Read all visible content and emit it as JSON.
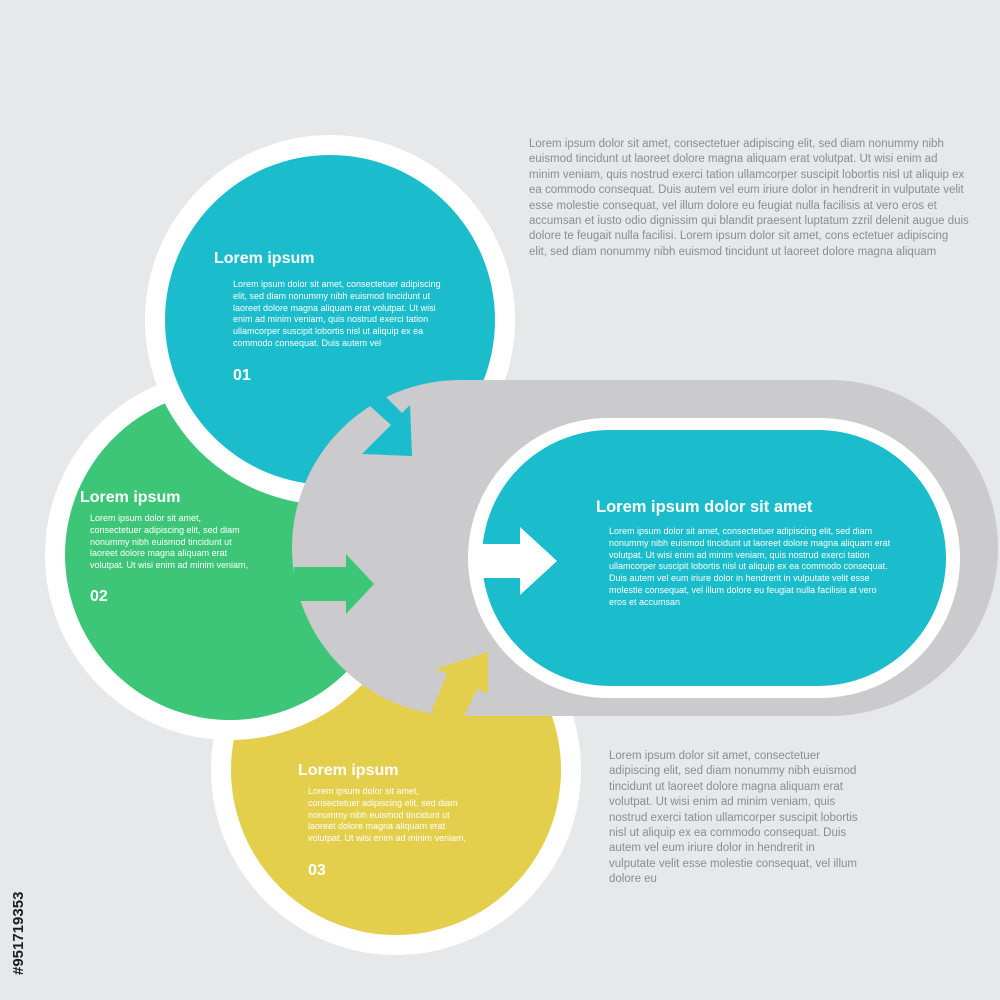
{
  "theme": {
    "background": "#e7e8e9",
    "blue": "#1bbccb",
    "green": "#3dc677",
    "yellow": "#e4cf4c",
    "gray_band": "#cbcacc",
    "white": "#ffffff",
    "text_gray": "#8a8d90"
  },
  "side_text_top": "Lorem ipsum dolor sit amet, consectetuer adipiscing elit, sed diam nonummy nibh euismod tincidunt ut laoreet dolore magna aliquam erat volutpat. Ut wisi enim ad minim veniam, quis nostrud exerci tation ullamcorper suscipit lobortis nisl ut aliquip ex ea commodo consequat. Duis autem vel eum iriure dolor in hendrerit in vulputate velit esse molestie consequat, vel illum dolore eu feugiat nulla facilisis at vero eros et accumsan et iusto odio dignissim qui blandit praesent luptatum zzril delenit augue duis dolore te feugait nulla facilisi. Lorem ipsum dolor sit amet, cons ectetuer adipiscing elit, sed diam nonummy nibh euismod tincidunt ut laoreet dolore magna aliquam",
  "side_text_bottom": "Lorem ipsum dolor sit amet, consectetuer adipiscing elit, sed diam nonummy nibh euismod tincidunt ut laoreet dolore magna aliquam erat volutpat. Ut wisi enim ad minim veniam, quis nostrud exerci tation ullamcorper suscipit lobortis nisl ut aliquip ex ea commodo consequat. Duis autem vel eum iriure dolor in hendrerit in vulputate velit esse molestie consequat, vel illum dolore eu",
  "circles": [
    {
      "title": "Lorem ipsum",
      "text": "Lorem ipsum dolor sit amet, consectetuer adipiscing elit, sed diam nonummy nibh euismod tincidunt ut laoreet dolore magna aliquam erat volutpat. Ut wisi enim ad minim veniam, quis nostrud exerci tation ullamcorper suscipit lobortis nisl ut aliquip ex ea commodo consequat. Duis autem vel",
      "number": "01"
    },
    {
      "title": "Lorem ipsum",
      "text": "Lorem ipsum dolor sit amet, consectetuer adipiscing elit, sed diam nonummy nibh euismod tincidunt ut laoreet dolore magna aliquam erat volutpat. Ut wisi enim ad minim veniam,",
      "number": "02"
    },
    {
      "title": "Lorem ipsum",
      "text": "Lorem ipsum dolor sit amet, consectetuer adipiscing elit, sed diam nonummy nibh euismod tincidunt ut laoreet dolore magna aliquam erat volutpat. Ut wisi enim ad minim veniam,",
      "number": "03"
    }
  ],
  "main": {
    "title": "Lorem ipsum dolor sit amet",
    "text": "Lorem ipsum dolor sit amet, consectetuer adipiscing elit, sed diam nonummy nibh euismod tincidunt ut laoreet dolore magna aliquam erat volutpat. Ut wisi enim ad minim veniam, quis nostrud exerci tation ullamcorper suscipit lobortis nisl ut aliquip ex ea commodo consequat. Duis autem vel eum iriure dolor in hendrerit in vulputate velit esse molestie consequat, vel illum dolore eu feugiat nulla facilisis at vero eros et accumsan"
  },
  "stock_id": "#951719353",
  "icons": [
    "arrow-right-icon",
    "arrow-down-right-icon",
    "arrow-up-right-icon"
  ]
}
